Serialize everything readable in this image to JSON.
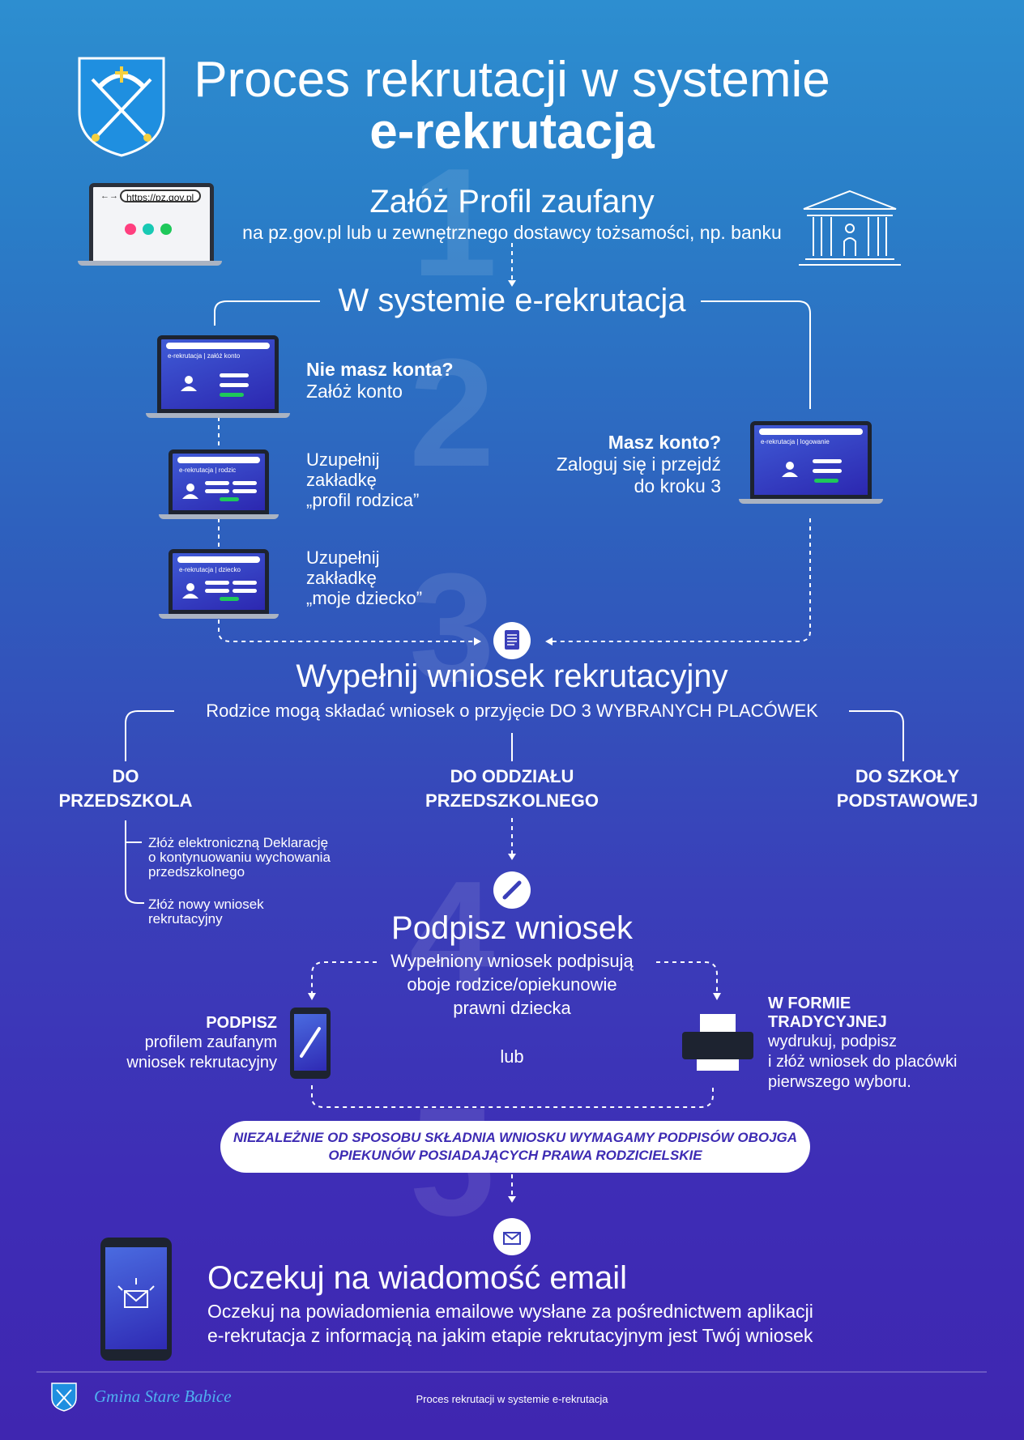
{
  "header": {
    "title_line1": "Proces rekrutacji w systemie",
    "title_line2": "e-rekrutacja"
  },
  "step1": {
    "number": "1",
    "title": "Załóż Profil zaufany",
    "subtitle": "na pz.gov.pl lub u zewnętrznego dostawcy tożsamości, np. banku",
    "url": "https://pz.gov.pl"
  },
  "step2": {
    "number": "2",
    "title": "W systemie e-rekrutacja",
    "no_account_bold": "Nie masz konta?",
    "no_account_text": "Załóż konto",
    "profile_parent": [
      "Uzupełnij",
      "zakładkę",
      "„profil rodzica”"
    ],
    "my_child": [
      "Uzupełnij",
      "zakładkę",
      "„moje dziecko”"
    ],
    "have_account_bold": "Masz konto?",
    "have_account_text": [
      "Zaloguj się i przejdź",
      "do kroku 3"
    ],
    "screen_register": "e-rekrutacja | załóż konto",
    "screen_parent": "e-rekrutacja | rodzic",
    "screen_child": "e-rekrutacja | dziecko",
    "screen_login": "e-rekrutacja | logowanie"
  },
  "step3": {
    "number": "3",
    "title": "Wypełnij wniosek rekrutacyjny",
    "subtitle": "Rodzice mogą składać wniosek o przyjęcie DO 3 WYBRANYCH PLACÓWEK",
    "options": [
      [
        "DO",
        "PRZEDSZKOLA"
      ],
      [
        "DO ODDZIAŁU",
        "PRZEDSZKOLNEGO"
      ],
      [
        "DO SZKOŁY",
        "PODSTAWOWEJ"
      ]
    ],
    "preschool_notes": [
      [
        "Złóż elektroniczną Deklarację",
        "o kontynuowaniu wychowania",
        "przedszkolnego"
      ],
      [
        "Złóż nowy wniosek",
        "rekrutacyjny"
      ]
    ]
  },
  "step4": {
    "number": "4",
    "title": "Podpisz wniosek",
    "subtitle": [
      "Wypełniony wniosek podpisują",
      "oboje rodzice/opiekunowie",
      "prawni dziecka"
    ],
    "or": "lub",
    "left_bold": "PODPISZ",
    "left_text": [
      "profilem zaufanym",
      "wniosek rekrutacyjny"
    ],
    "right_bold": [
      "W FORMIE",
      "TRADYCYJNEJ"
    ],
    "right_text": [
      "wydrukuj, podpisz",
      "i złóż wniosek do placówki",
      "pierwszego wyboru."
    ],
    "notice": [
      "NIEZALEŻNIE OD SPOSOBU SKŁADNIA WNIOSKU WYMAGAMY PODPISÓW OBOJGA",
      "OPIEKUNÓW POSIADAJĄCYCH PRAWA RODZICIELSKIE"
    ]
  },
  "step5": {
    "number": "5",
    "title": "Oczekuj na wiadomość email",
    "text": [
      "Oczekuj na powiadomienia emailowe wysłane za pośrednictwem aplikacji",
      "e-rekrutacja z informacją na jakim etapie rekrutacyjnym jest Twój wniosek"
    ]
  },
  "footer": {
    "brand": "Gmina Stare Babice",
    "caption": "Proces rekrutacji w systemie e-rekrutacja"
  },
  "colors": {
    "accent_pink": "#ff3f7f",
    "accent_teal": "#18c9b4",
    "accent_green": "#1ec85a",
    "notice_text": "#3d2bb3"
  }
}
